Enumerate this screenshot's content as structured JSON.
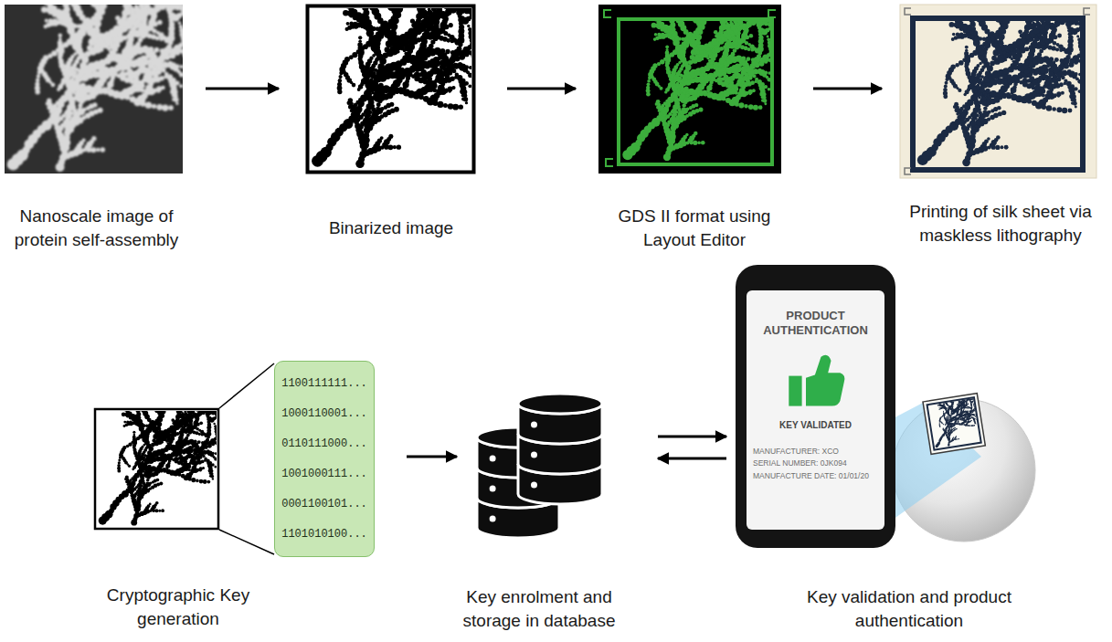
{
  "diagram": {
    "nodes": [
      {
        "text": [
          "Nanoscale image of protein self-assembly"
        ]
      },
      {
        "text": [
          "Binarized image"
        ]
      },
      {
        "text": [
          "GDS II format using Layout Editor"
        ]
      },
      {
        "text": [
          "Printing of silk sheet via maskless lithography"
        ]
      },
      {
        "text": [
          "Cryptographic Key generation"
        ]
      },
      {
        "text": [
          "1100111111...",
          "1000110001...",
          "0110111000...",
          "1001000111...",
          "0001100101...",
          "1101010100..."
        ]
      },
      {
        "text": [
          "Key enrolment and storage in database"
        ]
      },
      {
        "text": [
          "Key validation and product authentication"
        ]
      },
      {
        "text": [
          "PRODUCT AUTHENTICATION",
          "KEY VALIDATED",
          "MANUFACTURER: XCO",
          "SERIAL NUMBER: 0JK094",
          "MANUFACTURE DATE: 01/01/20"
        ],
        "in": 7
      }
    ],
    "edges": [
      {
        "from": 0,
        "to": 1,
        "arrow": "to"
      },
      {
        "from": 1,
        "to": 2,
        "arrow": "to"
      },
      {
        "from": 2,
        "to": 3,
        "arrow": "to"
      },
      {
        "from": 5,
        "to": 6,
        "arrow": "to"
      },
      {
        "from": 6,
        "to": 7,
        "arrow": "to"
      },
      {
        "from": 7,
        "to": 6,
        "arrow": "to"
      }
    ]
  }
}
